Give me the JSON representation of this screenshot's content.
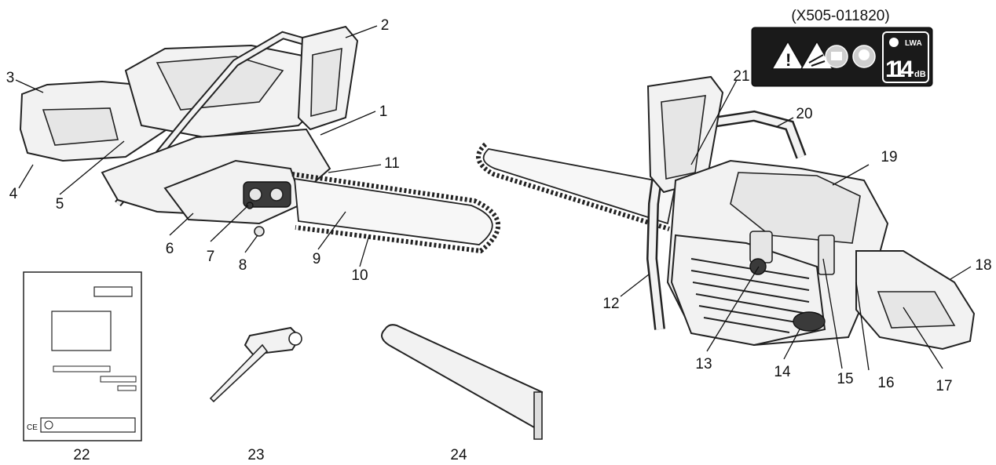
{
  "label_code": "(X505-011820)",
  "warning_label": {
    "sound_value": "114",
    "sound_unit": "dB",
    "sound_symbol": "LWA",
    "icons": [
      "warning-triangle-icon",
      "kickback-warning-icon",
      "read-manual-icon",
      "protective-gear-icon"
    ],
    "bg_color": "#1a1a1a"
  },
  "callouts": [
    "1",
    "2",
    "3",
    "4",
    "5",
    "6",
    "7",
    "8",
    "9",
    "10",
    "11",
    "12",
    "13",
    "14",
    "15",
    "16",
    "17",
    "18",
    "19",
    "20",
    "21",
    "22",
    "23",
    "24"
  ],
  "manual_mark": "CE"
}
